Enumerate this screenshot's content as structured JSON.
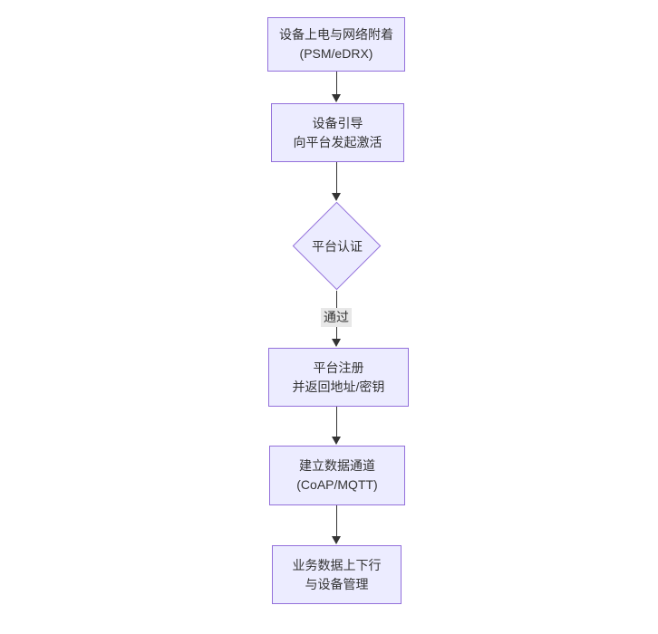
{
  "diagram": {
    "type": "flowchart-vertical",
    "colors": {
      "background": "#ffffff",
      "node_fill": "#ECECFF",
      "node_border": "#9370DB",
      "arrow": "#333333",
      "text": "#333333",
      "edge_label_bg": "#e8e8e8"
    },
    "nodes": [
      {
        "id": "power-attach",
        "shape": "rect",
        "line1": "设备上电与网络附着",
        "line2": "(PSM/eDRX)"
      },
      {
        "id": "bootstrap",
        "shape": "rect",
        "line1": "设备引导",
        "line2": "向平台发起激活"
      },
      {
        "id": "platform-auth",
        "shape": "diamond",
        "line1": "平台认证"
      },
      {
        "id": "platform-register",
        "shape": "rect",
        "line1": "平台注册",
        "line2": "并返回地址/密钥"
      },
      {
        "id": "data-channel",
        "shape": "rect",
        "line1": "建立数据通道",
        "line2": "(CoAP/MQTT)"
      },
      {
        "id": "business-data",
        "shape": "rect",
        "line1": "业务数据上下行",
        "line2": "与设备管理"
      }
    ],
    "edges": [
      {
        "from": "power-attach",
        "to": "bootstrap",
        "label": ""
      },
      {
        "from": "bootstrap",
        "to": "platform-auth",
        "label": ""
      },
      {
        "from": "platform-auth",
        "to": "platform-register",
        "label": "通过"
      },
      {
        "from": "platform-register",
        "to": "data-channel",
        "label": ""
      },
      {
        "from": "data-channel",
        "to": "business-data",
        "label": ""
      }
    ]
  }
}
